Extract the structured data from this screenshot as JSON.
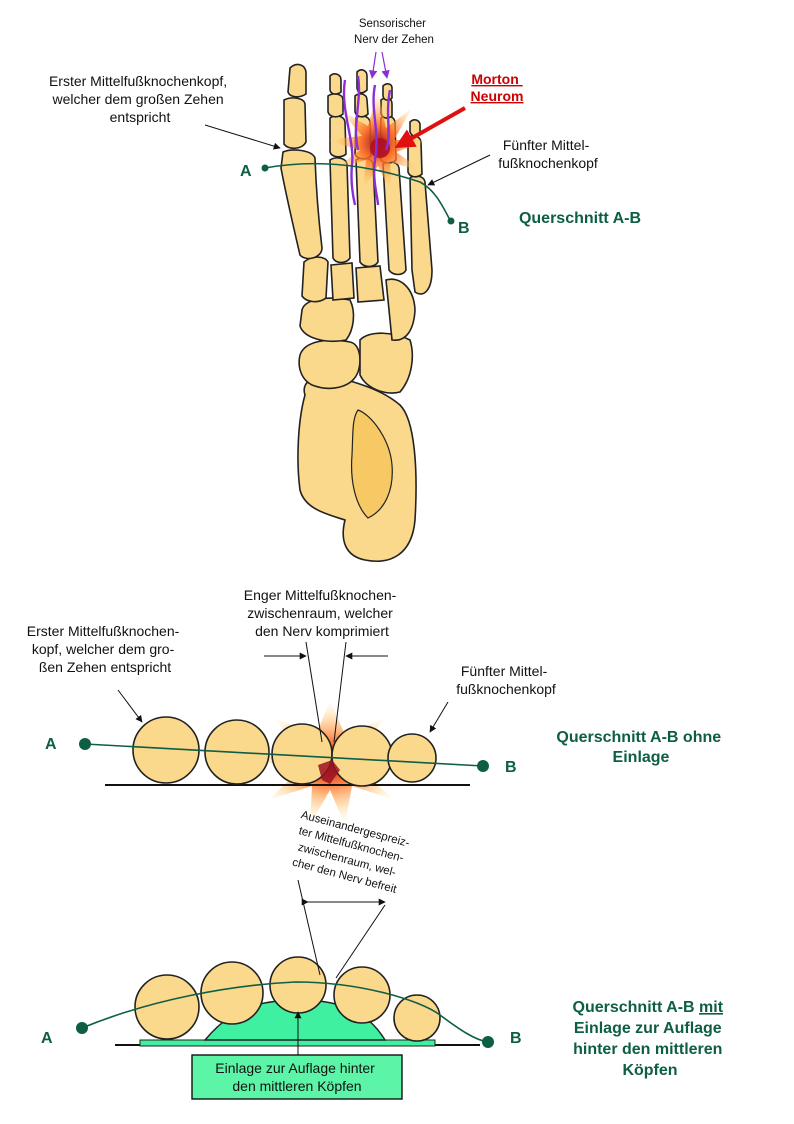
{
  "labels": {
    "sensor_nerve": [
      "Sensorischer",
      "Nerv der Zehen"
    ],
    "morton": [
      "Morton",
      "Neurom"
    ],
    "first_head_top": [
      "Erster Mittelfußknochenkopf,",
      "welcher dem großen Zehen",
      "entspricht"
    ],
    "fifth_head_top": [
      "Fünfter Mittel-",
      "fußknochenkopf"
    ],
    "point_a": "A",
    "point_b": "B",
    "section_ab": "Querschnitt A-B",
    "narrow_space": [
      "Enger Mittelfußknochen-",
      "zwischenraum, welcher",
      "den Nerv komprimiert"
    ],
    "first_head_mid": [
      "Erster Mittelfußknochen-",
      "kopf, welcher dem gro-",
      "ßen Zehen entspricht"
    ],
    "fifth_head_mid": [
      "Fünfter Mittel-",
      "fußknochenkopf"
    ],
    "section_without": [
      "Querschnitt A-B ohne",
      "Einlage"
    ],
    "spread_space": [
      "Auseinandergespreiz-",
      "ter Mittelfußknochen-",
      "zwischenraum, wel-",
      "cher den Nerv befreit"
    ],
    "section_with_prefix": "Querschnitt A-B ",
    "section_with_underlined": "mit",
    "section_with_rest": [
      "Einlage zur Auflage",
      "hinter den mittleren",
      "Köpfen"
    ],
    "insole_box": [
      "Einlage zur Auflage hinter",
      "den mittleren Köpfen"
    ]
  },
  "colors": {
    "bone": "#fbd98c",
    "bone_dark": "#f6c964",
    "accent_green": "#0e5e46",
    "insole": "#3ef0a0",
    "box_fill": "#5cf5a8",
    "nerve": "#8a2fd6",
    "morton": "#cc0000"
  }
}
